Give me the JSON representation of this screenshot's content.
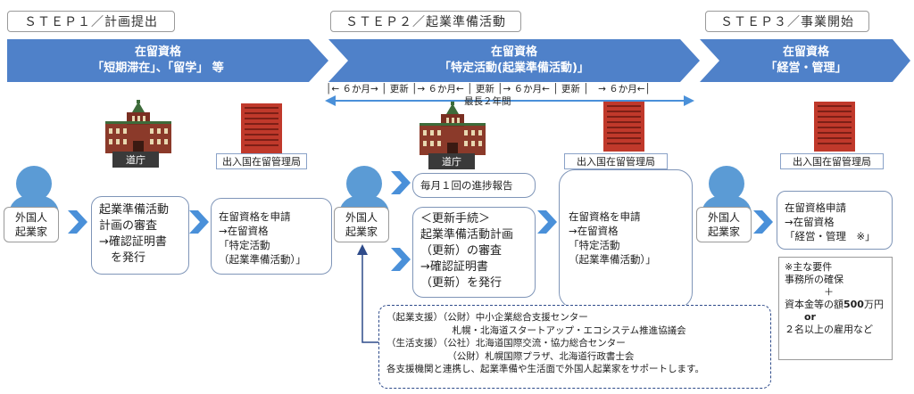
{
  "steps": [
    {
      "label": "ＳＴＥＰ１／計画提出"
    },
    {
      "label": "ＳＴＥＰ２／起業準備活動"
    },
    {
      "label": "ＳＴＥＰ３／事業開始"
    }
  ],
  "status": [
    {
      "line1": "在留資格",
      "line2": "「短期滞在」、「留学」 等"
    },
    {
      "line1": "在留資格",
      "line2": "「特定活動(起業準備活動)」"
    },
    {
      "line1": "在留資格",
      "line2": "「経営・管理」"
    }
  ],
  "period": {
    "bar": "│← ６か月→ │ 更新 │→ ６か月← │ 更新 │→ ６か月← │ 更新 │　→ ６か月←│",
    "caption": "最長２年間"
  },
  "buildings": {
    "dochou_1": "道庁",
    "immigration_1": "出入国在留管理局",
    "dochou_2": "道庁",
    "immigration_2": "出入国在留管理局",
    "immigration_3": "出入国在留管理局"
  },
  "persons": [
    {
      "line1": "外国人",
      "line2": "起業家"
    },
    {
      "line1": "外国人",
      "line2": "起業家"
    },
    {
      "line1": "外国人",
      "line2": "起業家"
    }
  ],
  "boxes": {
    "step1_review": "起業準備活動\n計画の審査\n→確認証明書\n　を発行",
    "step1_apply": "在留資格を申請\n→在留資格\n「特定活動\n（起業準備活動）」",
    "monthly_report": "毎月１回の進捗報告",
    "renewal": "＜更新手続＞\n起業準備活動計画\n（更新）の審査\n→確認証明書\n（更新）を発行",
    "step2_apply": "在留資格を申請\n→在留資格\n「特定活動\n（起業準備活動）」",
    "step3_apply": "在留資格申請\n→在留資格\n「経営・管理　※」"
  },
  "support": {
    "lines": [
      "（起業支援）（公財）中小企業総合支援センター",
      "　　　　　　　札幌・北海道スタートアップ・エコシステム推進協議会",
      "（生活支援）（公社）北海道国際交流・協力総合センター",
      "　　　　　　　（公財）札幌国際プラザ、北海道行政書士会",
      "各支援機関と連携し、起業準備や生活面で外国人起業家をサポートします。"
    ]
  },
  "requirements": {
    "title": "※主な要件",
    "line1": "事務所の確保",
    "plus": "　　　　＋",
    "line2_pre": "資本金等の額",
    "line2_bold": "500",
    "line2_post": "万円",
    "or": "　　or",
    "line3": "２名以上の雇用など"
  },
  "colors": {
    "status_blue": "#4f81c9",
    "person_blue": "#5b9bd5",
    "chevron_blue": "#4a90d9",
    "support_border": "#2e4b8a"
  }
}
